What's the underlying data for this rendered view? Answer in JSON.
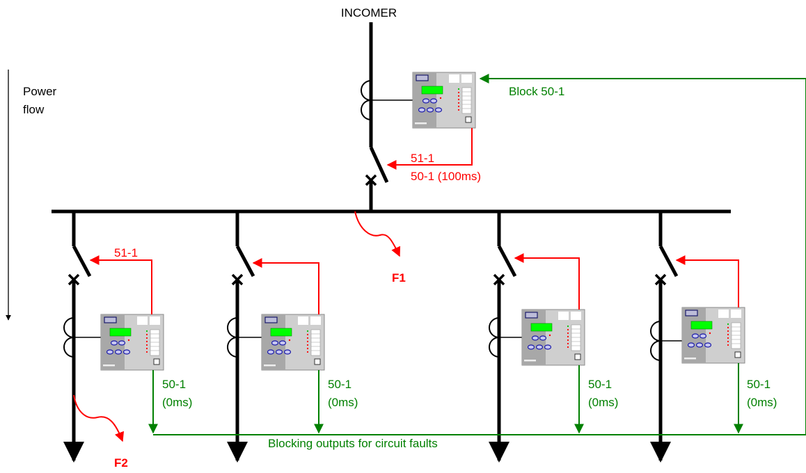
{
  "labels": {
    "incomer": "INCOMER",
    "power_flow_line1": "Power",
    "power_flow_line2": "flow",
    "block_50_1": "Block 50-1",
    "incomer_51_1": "51-1",
    "incomer_50_1": "50-1 (100ms)",
    "f1": "F1",
    "f2": "F2",
    "feeder1_51_1": "51-1",
    "blocking_outputs": "Blocking outputs for circuit faults"
  },
  "feeders": [
    {
      "out_label_1": "50-1",
      "out_label_2": "(0ms)"
    },
    {
      "out_label_1": "50-1",
      "out_label_2": "(0ms)"
    },
    {
      "out_label_1": "50-1",
      "out_label_2": "(0ms)"
    },
    {
      "out_label_1": "50-1",
      "out_label_2": "(0ms)"
    }
  ],
  "colors": {
    "trip": "#ff0000",
    "block": "#008000",
    "line": "#000000",
    "relay_body": "#cfcfcf",
    "relay_dark": "#9a9a9a",
    "relay_display": "#00ff00",
    "relay_buttons": "#1a1aa8"
  }
}
